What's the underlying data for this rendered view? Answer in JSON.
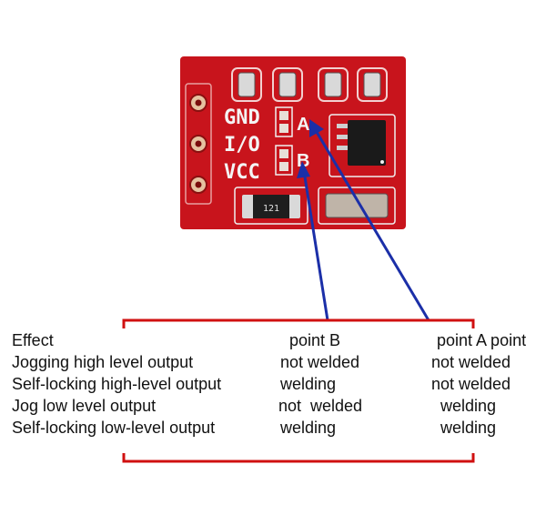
{
  "board": {
    "silkscreen": {
      "gnd": "GND",
      "io": "I/O",
      "vcc": "VCC",
      "point_a": "A",
      "point_b": "B",
      "resistor_code": "121"
    }
  },
  "table": {
    "headers": [
      "Effect",
      "point B",
      "point A point"
    ],
    "rows": [
      {
        "effect": "Jogging high level output",
        "point_b": "not welded",
        "point_a": "not welded"
      },
      {
        "effect": "Self-locking high-level output",
        "point_b": "welding",
        "point_a": "not welded"
      },
      {
        "effect": "Jog low level output",
        "point_b": "not  welded",
        "point_a": "welding"
      },
      {
        "effect": "Self-locking low-level output",
        "point_b": "welding",
        "point_a": "welding"
      }
    ]
  },
  "colors": {
    "pcb": "#c8141c",
    "arrow": "#1b2fa8",
    "bracket": "#d01010",
    "pad": "#d9d9d9",
    "chip": "#1a1a1a"
  }
}
